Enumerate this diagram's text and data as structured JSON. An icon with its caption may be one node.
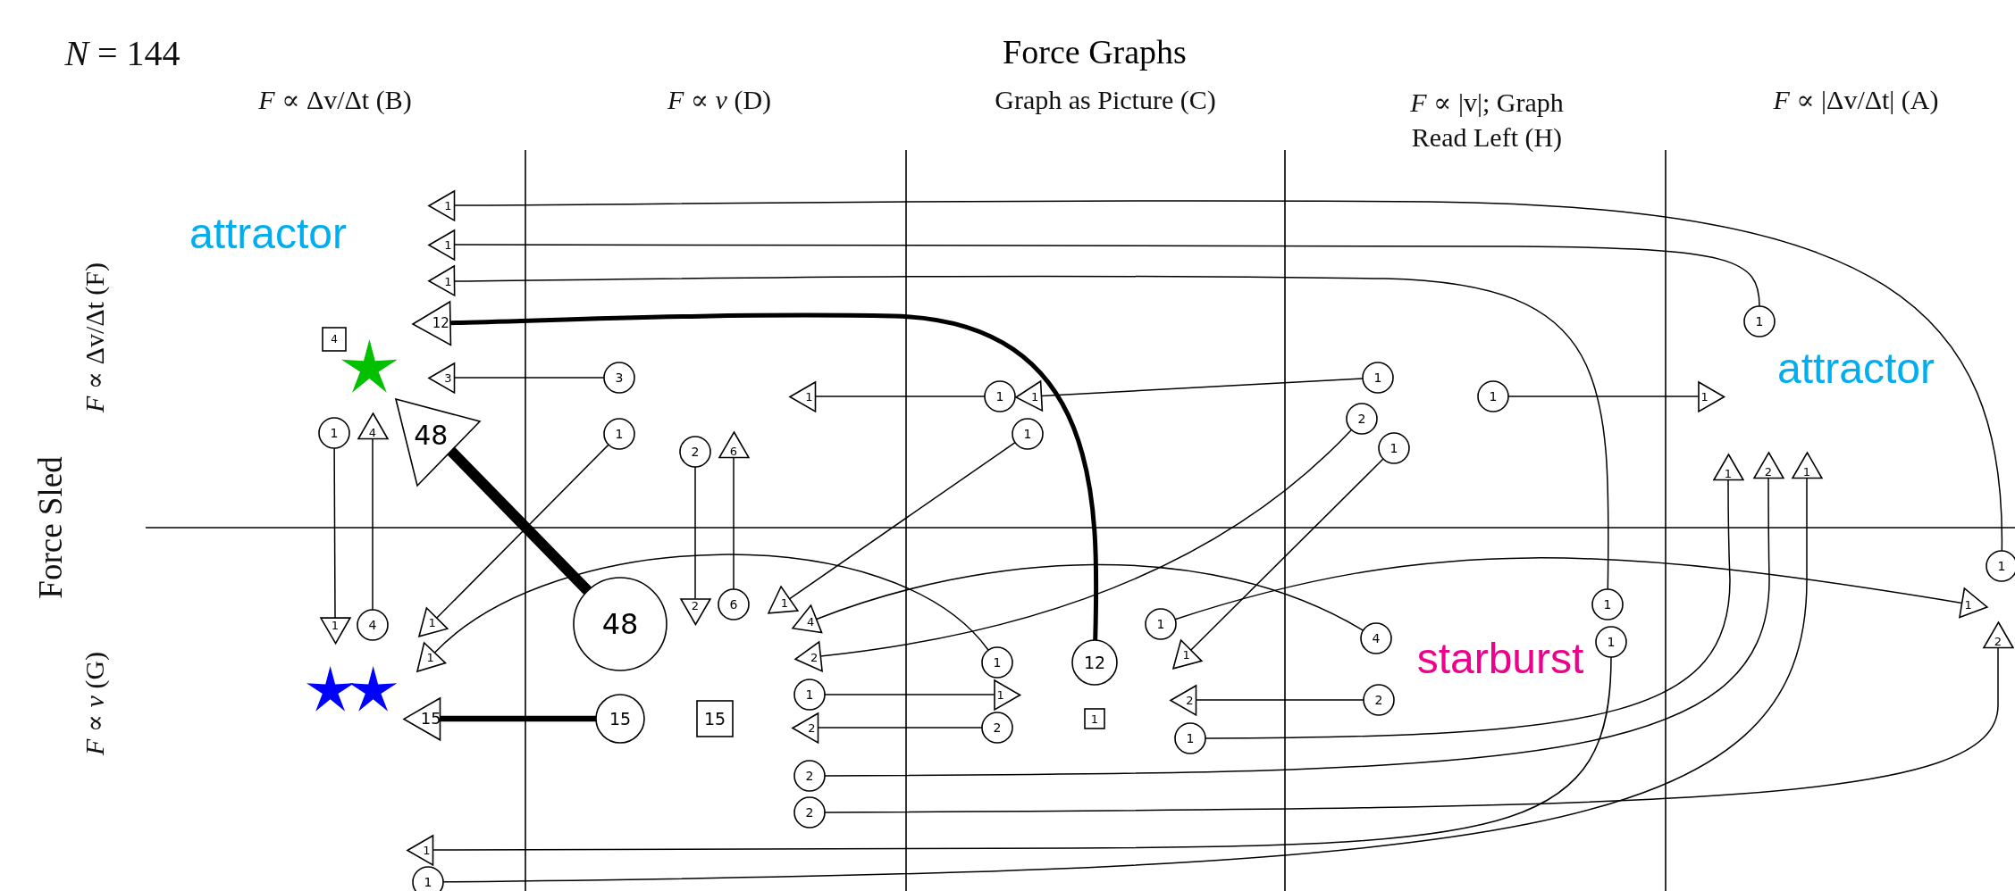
{
  "diagram": {
    "title": "Force Graphs",
    "nodes": [
      {
        "text": [
          "1"
        ]
      },
      {
        "text": [
          "1"
        ]
      },
      {
        "text": [
          "1"
        ]
      },
      {
        "text": [
          "12"
        ]
      },
      {
        "text": [
          "4"
        ]
      },
      {
        "text": [
          "3"
        ]
      },
      {
        "text": [
          "3"
        ]
      },
      {
        "text": [
          "1"
        ]
      },
      {
        "text": [
          "1"
        ]
      },
      {
        "text": [
          "1"
        ]
      },
      {
        "text": [
          "1"
        ]
      },
      {
        "text": [
          "1"
        ]
      },
      {
        "text": [
          "1"
        ]
      },
      {
        "text": [
          "1"
        ]
      },
      {
        "text": [
          "1"
        ]
      },
      {
        "text": [
          "4"
        ]
      },
      {
        "text": [
          "48"
        ]
      },
      {
        "text": [
          "1"
        ]
      },
      {
        "text": [
          "2"
        ]
      },
      {
        "text": [
          "6"
        ]
      },
      {
        "text": [
          "1"
        ]
      },
      {
        "text": [
          "2"
        ]
      },
      {
        "text": [
          "1"
        ]
      },
      {
        "text": [
          "1"
        ]
      },
      {
        "text": [
          "2"
        ]
      },
      {
        "text": [
          "1"
        ]
      },
      {
        "text": [
          "1"
        ]
      },
      {
        "text": [
          "1"
        ]
      },
      {
        "text": [
          "1"
        ]
      },
      {
        "text": [
          "1"
        ]
      },
      {
        "text": [
          "1"
        ]
      },
      {
        "text": [
          "4"
        ]
      },
      {
        "text": [
          "1"
        ]
      },
      {
        "text": [
          "48"
        ]
      },
      {
        "text": [
          "2"
        ]
      },
      {
        "text": [
          "6"
        ]
      },
      {
        "text": [
          "1"
        ]
      },
      {
        "text": [
          "4"
        ]
      },
      {
        "text": [
          "4"
        ]
      },
      {
        "text": [
          "1"
        ]
      },
      {
        "text": [
          "2"
        ]
      },
      {
        "text": [
          "1"
        ]
      },
      {
        "text": [
          "2"
        ]
      },
      {
        "text": [
          "1"
        ]
      },
      {
        "text": [
          "12"
        ]
      },
      {
        "text": [
          "1"
        ]
      },
      {
        "text": [
          "1"
        ]
      },
      {
        "text": [
          "1"
        ]
      },
      {
        "text": [
          "2"
        ]
      },
      {
        "text": [
          "2"
        ]
      },
      {
        "text": [
          "15"
        ]
      },
      {
        "text": [
          "15"
        ]
      },
      {
        "text": [
          "15"
        ]
      },
      {
        "text": [
          "1"
        ]
      },
      {
        "text": [
          "2"
        ]
      },
      {
        "text": [
          "2"
        ]
      },
      {
        "text": [
          "1"
        ]
      },
      {
        "text": [
          "2"
        ]
      },
      {
        "text": [
          "2"
        ]
      },
      {
        "text": [
          "1"
        ]
      },
      {
        "text": [
          "1"
        ]
      },
      {
        "text": [],
        "shape": "star"
      },
      {
        "text": [],
        "shape": "star"
      },
      {
        "text": [],
        "shape": "star"
      }
    ],
    "edges": [
      {
        "from": 26,
        "to": 0,
        "arrow": "none"
      },
      {
        "from": 13,
        "to": 1,
        "arrow": "none"
      },
      {
        "from": 27,
        "to": 2,
        "arrow": "none"
      },
      {
        "from": 44,
        "to": 3,
        "arrow": "none",
        "style": "thick"
      },
      {
        "from": 6,
        "to": 5,
        "arrow": "none"
      },
      {
        "from": 8,
        "to": 7,
        "arrow": "none"
      },
      {
        "from": 10,
        "to": 9,
        "arrow": "none"
      },
      {
        "from": 11,
        "to": 12,
        "arrow": "none"
      },
      {
        "from": 14,
        "to": 30,
        "arrow": "none"
      },
      {
        "from": 31,
        "to": 15,
        "arrow": "none"
      },
      {
        "from": 33,
        "to": 16,
        "arrow": "none",
        "style": "thick"
      },
      {
        "from": 17,
        "to": 32,
        "arrow": "none"
      },
      {
        "from": 18,
        "to": 34,
        "arrow": "none"
      },
      {
        "from": 35,
        "to": 19,
        "arrow": "none"
      },
      {
        "from": 20,
        "to": 36,
        "arrow": "none"
      },
      {
        "from": 21,
        "to": 42,
        "arrow": "none"
      },
      {
        "from": 22,
        "to": 45,
        "arrow": "none"
      },
      {
        "from": 56,
        "to": 23,
        "arrow": "none"
      },
      {
        "from": 57,
        "to": 24,
        "arrow": "none"
      },
      {
        "from": 60,
        "to": 25,
        "arrow": "none"
      },
      {
        "from": 39,
        "to": 59,
        "arrow": "none"
      },
      {
        "from": 58,
        "to": 40,
        "arrow": "none"
      },
      {
        "from": 43,
        "to": 41,
        "arrow": "none"
      },
      {
        "from": 38,
        "to": 37,
        "arrow": "none"
      },
      {
        "from": 29,
        "to": 28,
        "arrow": "none"
      },
      {
        "from": 46,
        "to": 47,
        "arrow": "none"
      },
      {
        "from": 55,
        "to": 54,
        "arrow": "none"
      },
      {
        "from": 49,
        "to": 48,
        "arrow": "none"
      },
      {
        "from": 51,
        "to": 50,
        "arrow": "none",
        "style": "thick"
      }
    ],
    "labels": [
      "*N* = 144",
      "*F* ∝ Δv/Δt (B)",
      "*F* ∝ *v* (D)",
      "Graph as Picture (C)",
      "*F* ∝ |v|; Graph Read Left (H)",
      "*F* ∝ |Δv/Δt| (A)",
      "*F* ∝ Δv/Δt (F)",
      "attractor",
      "attractor",
      "Force Sled",
      "starburst",
      "*F* ∝ *v* (G)"
    ]
  }
}
